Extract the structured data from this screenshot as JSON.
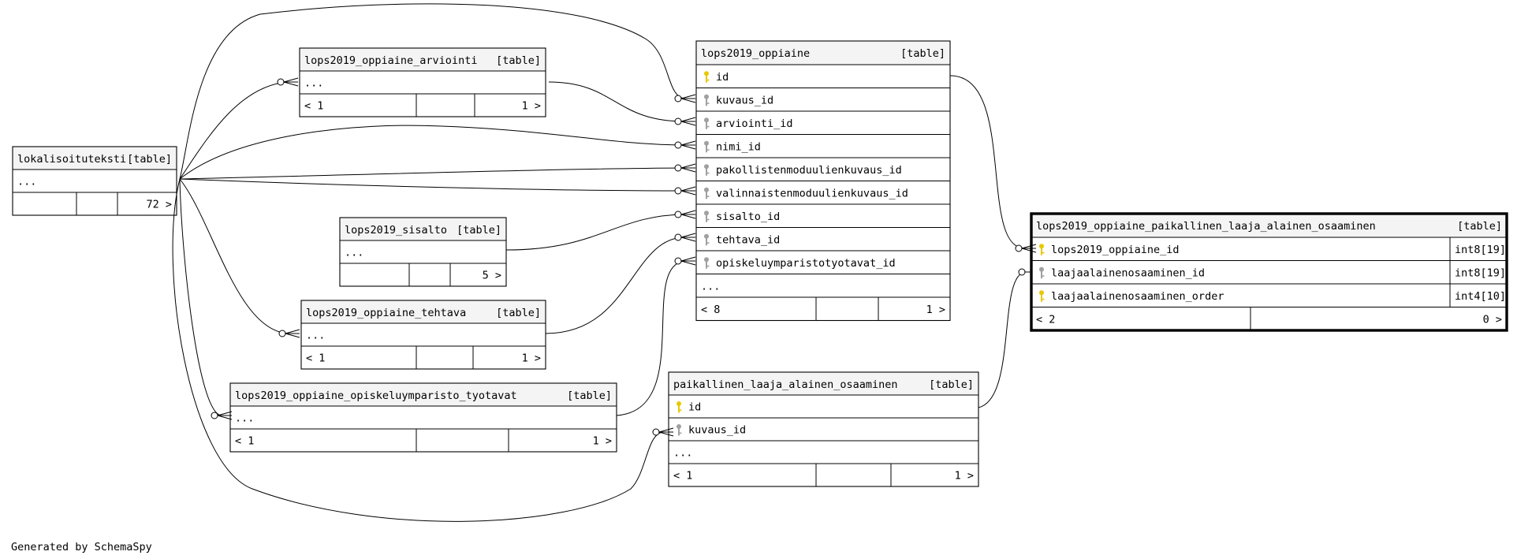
{
  "footer": "Generated by SchemaSpy",
  "tables": {
    "lokalisoituteksti": {
      "name": "lokalisoituteksti",
      "tag": "[table]",
      "rows": [
        {
          "label": "...",
          "type": "",
          "key": "none"
        }
      ],
      "footer": {
        "left": "",
        "right": "72 >"
      }
    },
    "arviointi": {
      "name": "lops2019_oppiaine_arviointi",
      "tag": "[table]",
      "rows": [
        {
          "label": "...",
          "type": "",
          "key": "none"
        }
      ],
      "footer": {
        "left": "< 1",
        "right": "1 >"
      }
    },
    "oppiaine": {
      "name": "lops2019_oppiaine",
      "tag": "[table]",
      "rows": [
        {
          "label": "id",
          "type": "",
          "key": "pk"
        },
        {
          "label": "kuvaus_id",
          "type": "",
          "key": "fk"
        },
        {
          "label": "arviointi_id",
          "type": "",
          "key": "fk"
        },
        {
          "label": "nimi_id",
          "type": "",
          "key": "fk"
        },
        {
          "label": "pakollistenmoduulienkuvaus_id",
          "type": "",
          "key": "fk"
        },
        {
          "label": "valinnaistenmoduulienkuvaus_id",
          "type": "",
          "key": "fk"
        },
        {
          "label": "sisalto_id",
          "type": "",
          "key": "fk"
        },
        {
          "label": "tehtava_id",
          "type": "",
          "key": "fk"
        },
        {
          "label": "opiskeluymparistotyotavat_id",
          "type": "",
          "key": "fk"
        },
        {
          "label": "...",
          "type": "",
          "key": "none"
        }
      ],
      "footer": {
        "left": "< 8",
        "right": "1 >"
      }
    },
    "sisalto": {
      "name": "lops2019_sisalto",
      "tag": "[table]",
      "rows": [
        {
          "label": "...",
          "type": "",
          "key": "none"
        }
      ],
      "footer": {
        "left": "",
        "right": "5 >"
      }
    },
    "tehtava": {
      "name": "lops2019_oppiaine_tehtava",
      "tag": "[table]",
      "rows": [
        {
          "label": "...",
          "type": "",
          "key": "none"
        }
      ],
      "footer": {
        "left": "< 1",
        "right": "1 >"
      }
    },
    "tyotavat": {
      "name": "lops2019_oppiaine_opiskeluymparisto_tyotavat",
      "tag": "[table]",
      "rows": [
        {
          "label": "...",
          "type": "",
          "key": "none"
        }
      ],
      "footer": {
        "left": "< 1",
        "right": "1 >"
      }
    },
    "paikallinen": {
      "name": "paikallinen_laaja_alainen_osaaminen",
      "tag": "[table]",
      "rows": [
        {
          "label": "id",
          "type": "",
          "key": "pk"
        },
        {
          "label": "kuvaus_id",
          "type": "",
          "key": "fk"
        },
        {
          "label": "...",
          "type": "",
          "key": "none"
        }
      ],
      "footer": {
        "left": "< 1",
        "right": "1 >"
      }
    },
    "focus": {
      "name": "lops2019_oppiaine_paikallinen_laaja_alainen_osaaminen",
      "tag": "[table]",
      "rows": [
        {
          "label": "lops2019_oppiaine_id",
          "type": "int8[19]",
          "key": "pk"
        },
        {
          "label": "laajaalainenosaaminen_id",
          "type": "int8[19]",
          "key": "fk"
        },
        {
          "label": "laajaalainenosaaminen_order",
          "type": "int4[10]",
          "key": "pk"
        }
      ],
      "footer": {
        "left": "< 2",
        "right": "0 >"
      }
    }
  },
  "colors": {
    "pk_key": "#e6c800",
    "fk_key": "#a0a0a0",
    "header_bg": "#f4f4f4",
    "line": "#000000"
  }
}
